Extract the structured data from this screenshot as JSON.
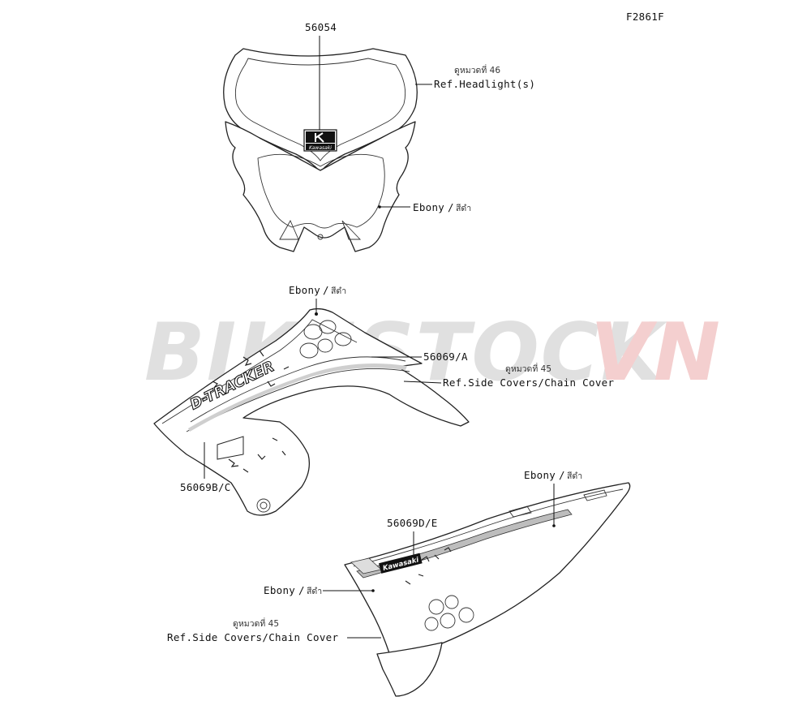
{
  "figure_code": "F2861F",
  "watermark": {
    "part1": "BIKESTOCK",
    "part2": "VN",
    "color1": "#e0e0e0",
    "color2": "#f4cfcf"
  },
  "headlight": {
    "part_no": "56054",
    "ref_thai": "ดูหมวดที่ 46",
    "ref_label": "Ref.Headlight(s)",
    "color_label": "Ebony",
    "color_thai": "สีดำ",
    "logo_text": "Kawasaki"
  },
  "shroud": {
    "color_label": "Ebony",
    "color_thai": "สีดำ",
    "part_no_a": "56069/A",
    "ref_thai": "ดูหมวดที่ 45",
    "ref_label": "Ref.Side Covers/Chain Cover",
    "part_no_bc": "56069B/C",
    "graphic_text": "D-TRACKER"
  },
  "side_cover": {
    "color_label_top": "Ebony",
    "color_thai_top": "สีดำ",
    "part_no_de": "56069D/E",
    "color_label_left": "Ebony",
    "color_thai_left": "สีดำ",
    "ref_thai": "ดูหมวดที่ 45",
    "ref_label": "Ref.Side Covers/Chain Cover",
    "logo_text": "Kawasaki"
  }
}
